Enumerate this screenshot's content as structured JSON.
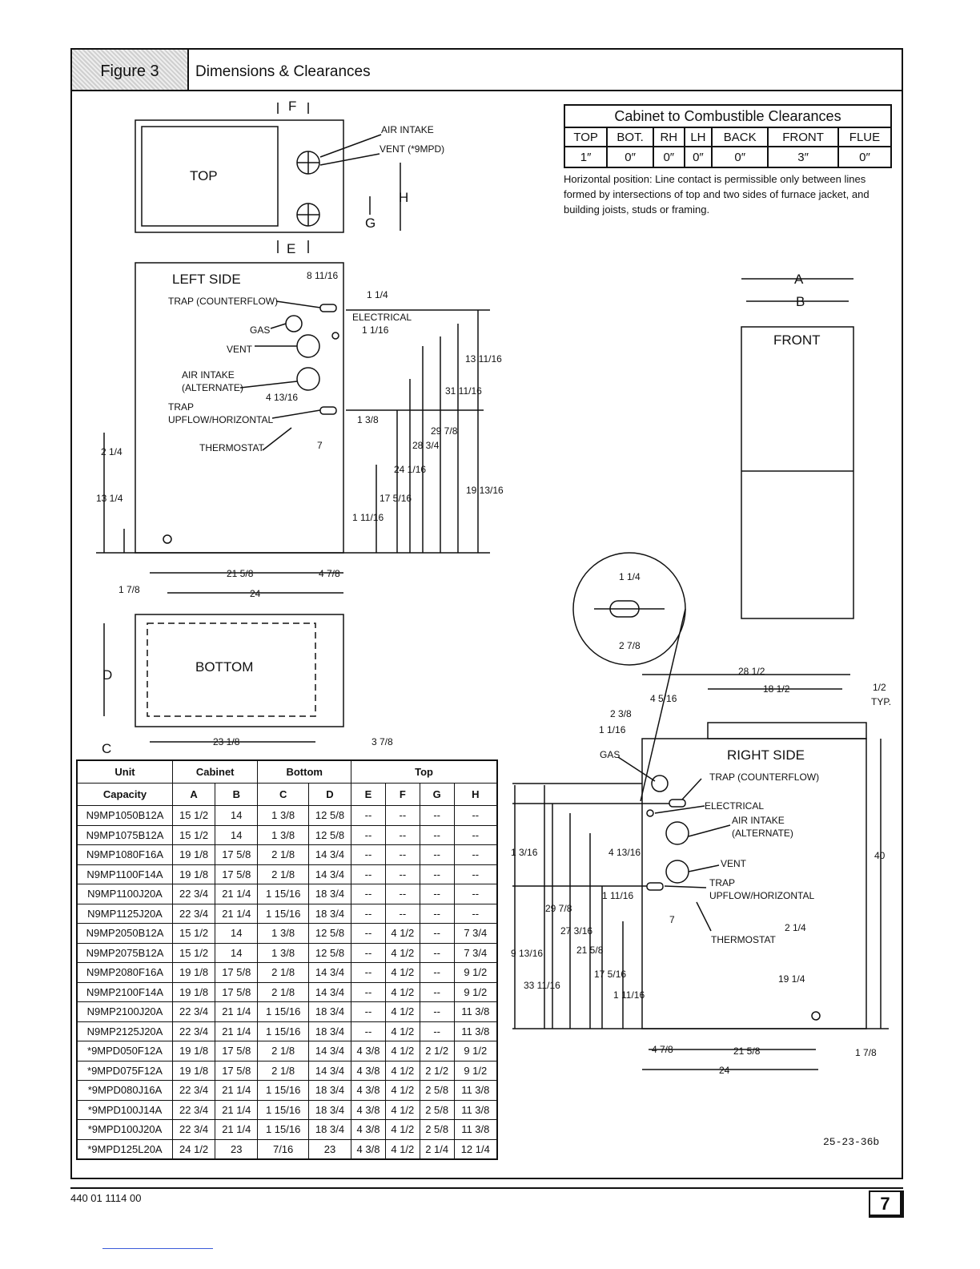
{
  "header": {
    "figure_label": "Figure 3",
    "title": "Dimensions & Clearances"
  },
  "clearances": {
    "title": "Cabinet to Combustible Clearances",
    "columns": [
      "TOP",
      "BOT.",
      "RH",
      "LH",
      "BACK",
      "FRONT",
      "FLUE"
    ],
    "values": [
      "1″",
      "0″",
      "0″",
      "0″",
      "0″",
      "3″",
      "0″"
    ],
    "note": "Horizontal position: Line contact is permissible only between lines formed by intersections of top and two sides of furnace jacket, and building joists, studs or framing."
  },
  "views": {
    "top": {
      "title": "TOP",
      "air_intake": "AIR INTAKE",
      "vent": "VENT (*9MPD)",
      "F": "F",
      "E": "E",
      "G": "G",
      "H": "H"
    },
    "left": {
      "title": "LEFT SIDE",
      "trap_counterflow": "TRAP (COUNTERFLOW)",
      "gas": "GAS",
      "electrical": "ELECTRICAL",
      "vent": "VENT",
      "air_intake_alt_1": "AIR INTAKE",
      "air_intake_alt_2": "(ALTERNATE)",
      "trap_uh_1": "TRAP",
      "trap_uh_2": "UPFLOW/HORIZONTAL",
      "thermostat": "THERMOSTAT",
      "dims": {
        "d_8_11_16": "8 11/16",
        "d_1_1_4": "1 1/4",
        "d_1_1_16": "1 1/16",
        "d_13_11_16": "13 11/16",
        "d_31_11_16": "31 11/16",
        "d_4_13_16": "4 13/16",
        "d_1_3_8": "1 3/8",
        "d_29_7_8": "29 7/8",
        "d_28_3_4": "28 3/4",
        "d_7": "7",
        "d_2_1_4": "2 1/4",
        "d_24_1_16": "24 1/16",
        "d_19_13_16": "19 13/16",
        "d_13_1_4": "13 1/4",
        "d_17_5_16": "17 5/16",
        "d_1_11_16": "1 11/16",
        "d_21_5_8": "21 5/8",
        "d_4_7_8": "4 7/8",
        "d_1_7_8": "1 7/8",
        "d_24": "24"
      }
    },
    "bottom": {
      "title": "BOTTOM",
      "D": "D",
      "C": "C",
      "d_23_1_8": "23 1/8",
      "d_3_7_8": "3 7/8"
    },
    "front": {
      "title": "FRONT",
      "A": "A",
      "B": "B"
    },
    "detail": {
      "d_1_1_4": "1 1/4",
      "d_2_7_8": "2 7/8"
    },
    "right": {
      "title": "RIGHT SIDE",
      "gas": "GAS",
      "trap_counterflow": "TRAP (COUNTERFLOW)",
      "electrical": "ELECTRICAL",
      "air_intake_1": "AIR INTAKE",
      "air_intake_2": "(ALTERNATE)",
      "vent": "VENT",
      "trap_1": "TRAP",
      "trap_2": "UPFLOW/HORIZONTAL",
      "thermostat": "THERMOSTAT",
      "dims": {
        "d_28_1_2": "28 1/2",
        "d_18_1_2": "18 1/2",
        "d_half_typ_1": "1/2",
        "d_half_typ_2": "TYP.",
        "d_4_5_16": "4 5/16",
        "d_2_3_8": "2 3/8",
        "d_1_1_16": "1 1/16",
        "d_1_3_16": "1 3/16",
        "d_4_13_16": "4 13/16",
        "d_40": "40",
        "d_1_11_16": "1 11/16",
        "d_29_7_8": "29 7/8",
        "d_27_3_16": "27 3/16",
        "d_7": "7",
        "d_2_1_4": "2 1/4",
        "d_21_5_8": "21 5/8",
        "d_9_13_16": "9 13/16",
        "d_17_5_16": "17 5/16",
        "d_19_1_4": "19 1/4",
        "d_33_11_16": "33 11/16",
        "d_1_11_16b": "1 11/16",
        "d_4_7_8": "4 7/8",
        "d_21_5_8b": "21 5/8",
        "d_1_7_8": "1 7/8",
        "d_24": "24"
      }
    }
  },
  "dim_table": {
    "group_headers": [
      "Unit",
      "Cabinet",
      "Bottom",
      "Top"
    ],
    "sub_headers": [
      "Capacity",
      "A",
      "B",
      "C",
      "D",
      "E",
      "F",
      "G",
      "H"
    ],
    "rows": [
      [
        "N9MP1050B12A",
        "15 1/2",
        "14",
        "1 3/8",
        "12 5/8",
        "--",
        "--",
        "--",
        "--"
      ],
      [
        "N9MP1075B12A",
        "15 1/2",
        "14",
        "1 3/8",
        "12 5/8",
        "--",
        "--",
        "--",
        "--"
      ],
      [
        "N9MP1080F16A",
        "19 1/8",
        "17 5/8",
        "2 1/8",
        "14 3/4",
        "--",
        "--",
        "--",
        "--"
      ],
      [
        "N9MP1100F14A",
        "19 1/8",
        "17 5/8",
        "2 1/8",
        "14 3/4",
        "--",
        "--",
        "--",
        "--"
      ],
      [
        "N9MP1100J20A",
        "22 3/4",
        "21 1/4",
        "1 15/16",
        "18 3/4",
        "--",
        "--",
        "--",
        "--"
      ],
      [
        "N9MP1125J20A",
        "22 3/4",
        "21 1/4",
        "1 15/16",
        "18 3/4",
        "--",
        "--",
        "--",
        "--"
      ],
      [
        "N9MP2050B12A",
        "15 1/2",
        "14",
        "1 3/8",
        "12 5/8",
        "--",
        "4 1/2",
        "--",
        "7 3/4"
      ],
      [
        "N9MP2075B12A",
        "15 1/2",
        "14",
        "1 3/8",
        "12 5/8",
        "--",
        "4 1/2",
        "--",
        "7 3/4"
      ],
      [
        "N9MP2080F16A",
        "19 1/8",
        "17 5/8",
        "2 1/8",
        "14 3/4",
        "--",
        "4 1/2",
        "--",
        "9 1/2"
      ],
      [
        "N9MP2100F14A",
        "19 1/8",
        "17 5/8",
        "2 1/8",
        "14 3/4",
        "--",
        "4 1/2",
        "--",
        "9 1/2"
      ],
      [
        "N9MP2100J20A",
        "22 3/4",
        "21 1/4",
        "1 15/16",
        "18 3/4",
        "--",
        "4 1/2",
        "--",
        "11 3/8"
      ],
      [
        "N9MP2125J20A",
        "22 3/4",
        "21 1/4",
        "1 15/16",
        "18 3/4",
        "--",
        "4 1/2",
        "--",
        "11 3/8"
      ],
      [
        "*9MPD050F12A",
        "19 1/8",
        "17 5/8",
        "2 1/8",
        "14 3/4",
        "4 3/8",
        "4 1/2",
        "2 1/2",
        "9 1/2"
      ],
      [
        "*9MPD075F12A",
        "19 1/8",
        "17 5/8",
        "2 1/8",
        "14 3/4",
        "4 3/8",
        "4 1/2",
        "2 1/2",
        "9 1/2"
      ],
      [
        "*9MPD080J16A",
        "22 3/4",
        "21 1/4",
        "1 15/16",
        "18 3/4",
        "4 3/8",
        "4 1/2",
        "2 5/8",
        "11 3/8"
      ],
      [
        "*9MPD100J14A",
        "22 3/4",
        "21 1/4",
        "1 15/16",
        "18 3/4",
        "4 3/8",
        "4 1/2",
        "2 5/8",
        "11 3/8"
      ],
      [
        "*9MPD100J20A",
        "22 3/4",
        "21 1/4",
        "1 15/16",
        "18 3/4",
        "4 3/8",
        "4 1/2",
        "2 5/8",
        "11 3/8"
      ],
      [
        "*9MPD125L20A",
        "24 1/2",
        "23",
        "7/16",
        "23",
        "4 3/8",
        "4 1/2",
        "2 1/4",
        "12 1/4"
      ]
    ]
  },
  "drawing_code": "25-23-36b",
  "footer": {
    "doc_number": "440 01 1114 00",
    "page_number": "7"
  }
}
